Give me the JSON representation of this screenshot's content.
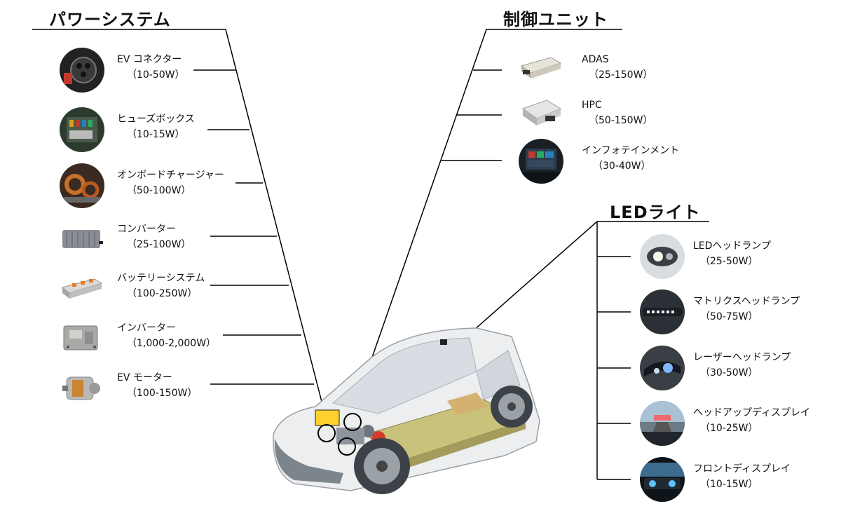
{
  "sections": {
    "power_system": {
      "title": "パワーシステム",
      "items": [
        {
          "name": "EV コネクター",
          "power": "（10-50W）",
          "icon": "ev-connector-icon"
        },
        {
          "name": "ヒューズボックス",
          "power": "（10-15W）",
          "icon": "fuse-box-icon"
        },
        {
          "name": "オンボードチャージャー",
          "power": "（50-100W）",
          "icon": "onboard-charger-icon"
        },
        {
          "name": "コンバーター",
          "power": "（25-100W）",
          "icon": "converter-icon"
        },
        {
          "name": "バッテリーシステム",
          "power": "（100-250W）",
          "icon": "battery-icon"
        },
        {
          "name": "インバーター",
          "power": "（1,000-2,000W）",
          "icon": "inverter-icon"
        },
        {
          "name": "EV モーター",
          "power": "（100-150W）",
          "icon": "motor-icon"
        }
      ]
    },
    "control_unit": {
      "title": "制御ユニット",
      "items": [
        {
          "name": "ADAS",
          "power": "（25-150W）",
          "icon": "adas-module-icon"
        },
        {
          "name": "HPC",
          "power": "（50-150W）",
          "icon": "hpc-module-icon"
        },
        {
          "name": "インフォテインメント",
          "power": "（30-40W）",
          "icon": "infotainment-icon"
        }
      ]
    },
    "led_light": {
      "title": "LEDライト",
      "items": [
        {
          "name": "LEDヘッドランプ",
          "power": "（25-50W）",
          "icon": "led-headlamp-icon"
        },
        {
          "name": "マトリクスヘッドランプ",
          "power": "（50-75W）",
          "icon": "matrix-headlamp-icon"
        },
        {
          "name": "レーザーヘッドランプ",
          "power": "（30-50W）",
          "icon": "laser-headlamp-icon"
        },
        {
          "name": "ヘッドアップディスプレイ",
          "power": "（10-25W）",
          "icon": "hud-icon"
        },
        {
          "name": "フロントディスプレイ",
          "power": "（10-15W）",
          "icon": "front-display-icon"
        }
      ]
    }
  }
}
